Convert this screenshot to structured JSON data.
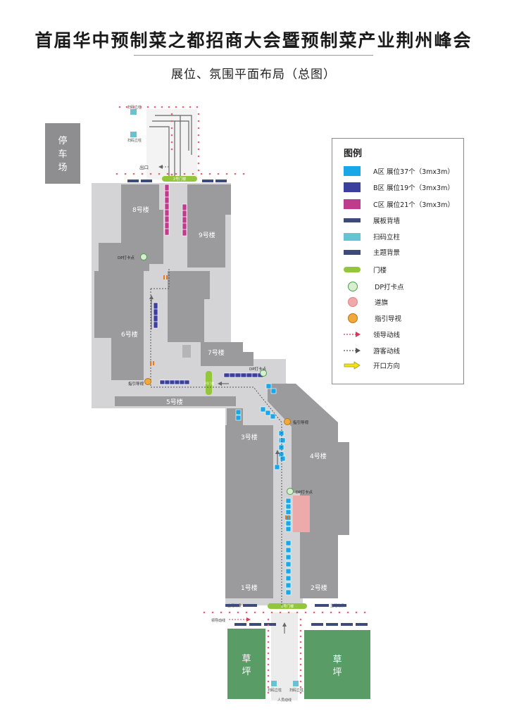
{
  "page": {
    "title": "首届华中预制菜之都招商大会暨预制菜产业荆州峰会",
    "subtitle": "展位、氛围平面布局（总图）"
  },
  "colors": {
    "building": "#9b9b9e",
    "plaza": "#d4d4d6",
    "zone_a": "#1aa7e8",
    "zone_b": "#3b3f9e",
    "zone_c": "#c13b8d",
    "wall": "#3d4a7a",
    "post": "#66c4d2",
    "gate": "#93c739",
    "lawn": "#5a9c66",
    "parking": "#8e8e90",
    "pink_area": "#ecaaaa"
  },
  "buildings": [
    {
      "id": "building-8",
      "label": "8号楼"
    },
    {
      "id": "building-9",
      "label": "9号楼"
    },
    {
      "id": "building-6",
      "label": "6号楼"
    },
    {
      "id": "building-7",
      "label": "7号楼"
    },
    {
      "id": "building-5",
      "label": "5号楼"
    },
    {
      "id": "building-3",
      "label": "3号楼"
    },
    {
      "id": "building-4",
      "label": "4号楼"
    },
    {
      "id": "building-1",
      "label": "1号楼"
    },
    {
      "id": "building-2",
      "label": "2号楼"
    }
  ],
  "parking": {
    "lines": [
      "停",
      "车",
      "场"
    ]
  },
  "lawns": [
    {
      "lines": [
        "草",
        "坪"
      ]
    },
    {
      "lines": [
        "草",
        "坪"
      ]
    }
  ],
  "labels": {
    "dp_checkin_1": "DP打卡点",
    "dp_checkin_2": "DP打卡点",
    "dp_checkin_3": "DP打卡点",
    "guide_1": "指引导视",
    "guide_2": "指引导视",
    "exit": "出口",
    "gate_north": "2号门楼",
    "gate_mid": "3号门楼",
    "gate_south": "1号门楼",
    "scan_post": "扫码立柱",
    "theme_bg": "主题背景",
    "lead_route": "领导动线",
    "visitor_route": "人员动线"
  },
  "legend": {
    "title": "图例",
    "items": [
      {
        "key": "zone-a",
        "label": "A区  展位37个（3mx3m）",
        "symbol": "sw-a"
      },
      {
        "key": "zone-b",
        "label": "B区  展位19个（3mx3m）",
        "symbol": "sw-b"
      },
      {
        "key": "zone-c",
        "label": "C区  展位21个（3mx3m）",
        "symbol": "sw-c"
      },
      {
        "key": "board-wall",
        "label": "展板背墙",
        "symbol": "sw-wall"
      },
      {
        "key": "scan-post",
        "label": "扫码立柱",
        "symbol": "sw-post"
      },
      {
        "key": "theme-backdrop",
        "label": "主题背景",
        "symbol": "sw-theme"
      },
      {
        "key": "gate",
        "label": "门楼",
        "symbol": "sw-gate"
      },
      {
        "key": "dp-checkin",
        "label": "DP打卡点",
        "symbol": "c-dp"
      },
      {
        "key": "road-flag",
        "label": "道旗",
        "symbol": "c-flag"
      },
      {
        "key": "guide-sign",
        "label": "指引导视",
        "symbol": "c-guide"
      },
      {
        "key": "lead-route",
        "label": "领导动线",
        "symbol": "lead-line"
      },
      {
        "key": "visitor-route",
        "label": "游客动线",
        "symbol": "visit-line"
      },
      {
        "key": "opening-direction",
        "label": "开口方向",
        "symbol": "open-arrow"
      }
    ]
  }
}
